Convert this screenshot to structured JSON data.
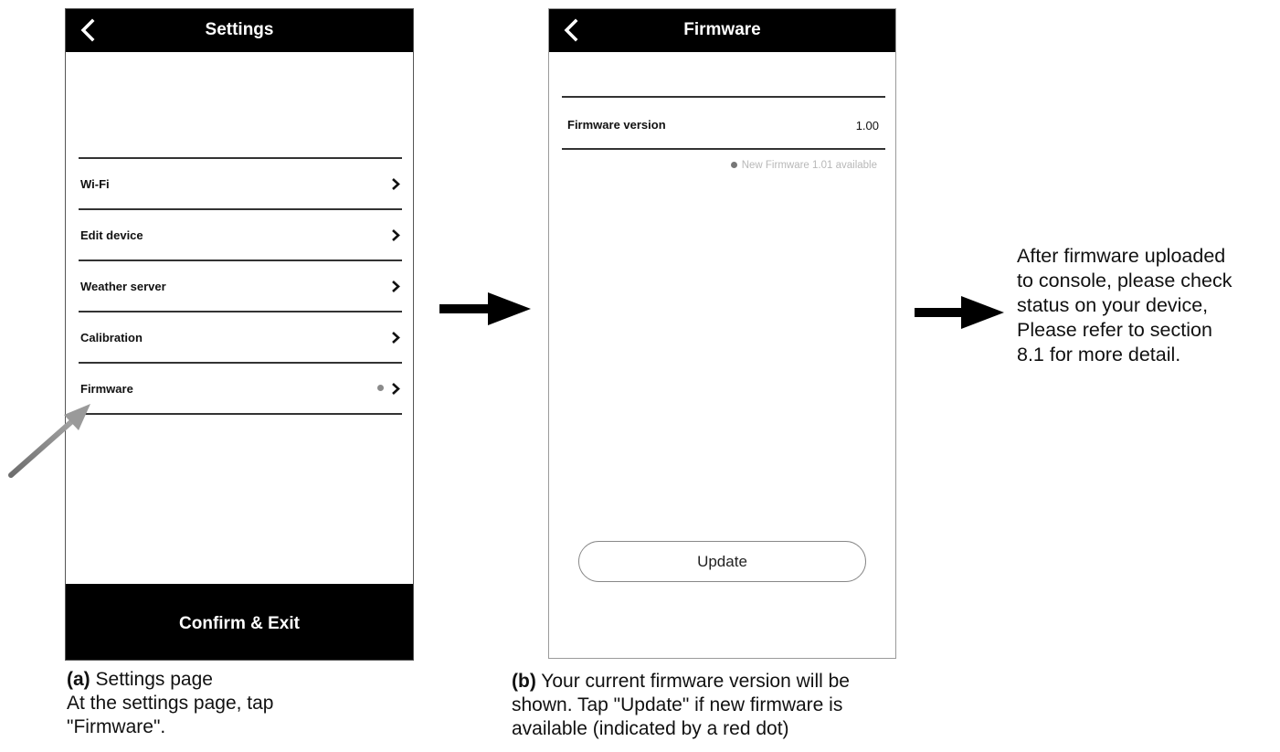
{
  "settings_screen": {
    "title": "Settings",
    "menu": [
      {
        "label": "Wi-Fi"
      },
      {
        "label": "Edit device"
      },
      {
        "label": "Weather server"
      },
      {
        "label": "Calibration"
      },
      {
        "label": "Firmware"
      }
    ],
    "confirm_label": "Confirm & Exit"
  },
  "firmware_screen": {
    "title": "Firmware",
    "version_label": "Firmware version",
    "version_value": "1.00",
    "new_firmware_note": "New Firmware 1.01 available",
    "update_label": "Update"
  },
  "caption_a": {
    "tag": "(a)",
    "title": "Settings page",
    "line1": "At the settings page, tap",
    "line2": "\"Firmware\"."
  },
  "caption_b": {
    "tag": "(b)",
    "line1": "Your current firmware version will be",
    "line2": "shown. Tap \"Update\" if new firmware is",
    "line3": "available (indicated by a red dot)"
  },
  "side_note": {
    "line1": "After firmware uploaded",
    "line2": "to console, please check",
    "line3": "status on your device,",
    "line4": "Please refer to section",
    "line5": "8.1 for more detail."
  },
  "colors": {
    "bar": "#000000",
    "divider": "#333333",
    "dot": "#8a8a8a",
    "note_text": "#b8b8b8",
    "pointer_arrow": "#8c8c8c"
  }
}
